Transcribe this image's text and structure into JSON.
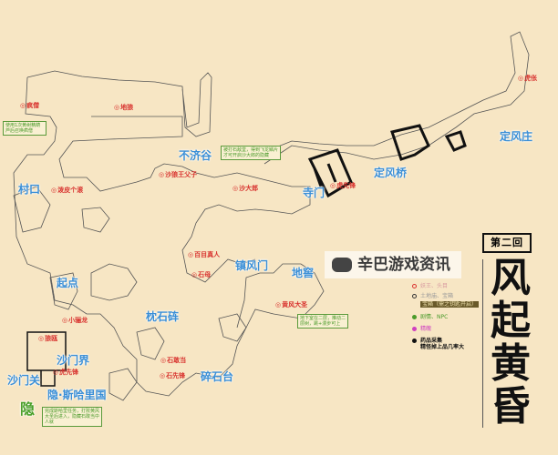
{
  "chapter": "第二回",
  "title_chars": [
    "风",
    "起",
    "黄",
    "昏"
  ],
  "watermark": "辛巴游戏资讯",
  "colors": {
    "background": "#f7e6c4",
    "place": "#3b8fd6",
    "boss": "#d8322e",
    "npc": "#4a9a2a",
    "spirit": "#d040c0",
    "herb": "#111111"
  },
  "places": [
    "不济谷",
    "村口",
    "起点",
    "枕石砗",
    "镇风门",
    "地窖",
    "寺门",
    "定风桥",
    "定风庄",
    "沙门界",
    "沙门关",
    "碎石台",
    "隐·斯哈里国",
    "隐"
  ],
  "bosses": [
    "疯僧",
    "地狼",
    "沙狼王父子",
    "沙大郎",
    "泼皮个滚",
    "百目真人",
    "石母",
    "黄风大圣",
    "小骊龙",
    "石敢当",
    "石先锋",
    "虎先锋",
    "虎伥",
    "狼瓯",
    "虎先锋"
  ],
  "notes": {
    "top_left": "使用1次黄树精葫芦后召唤疯僧",
    "bugu": "被打石敌堂，得到飞龙鳞片才可开启沙大郎的隐藏",
    "sandoor": "完成斯哈里任务，打败黄风大圣后进入，隐藏石敢当中人就",
    "cellar": "地下室在二层，推动二层树，跳+漫步可上"
  },
  "legend": {
    "boss": "妖王、头目",
    "shrine": "土地庙、宝箱",
    "chest": "宝箱（需之钥匙开启）",
    "npc": "剧情、NPC",
    "spirit": "精魄",
    "herb_line1": "药品采集",
    "herb_line2": "精怪掉上品几率大"
  }
}
